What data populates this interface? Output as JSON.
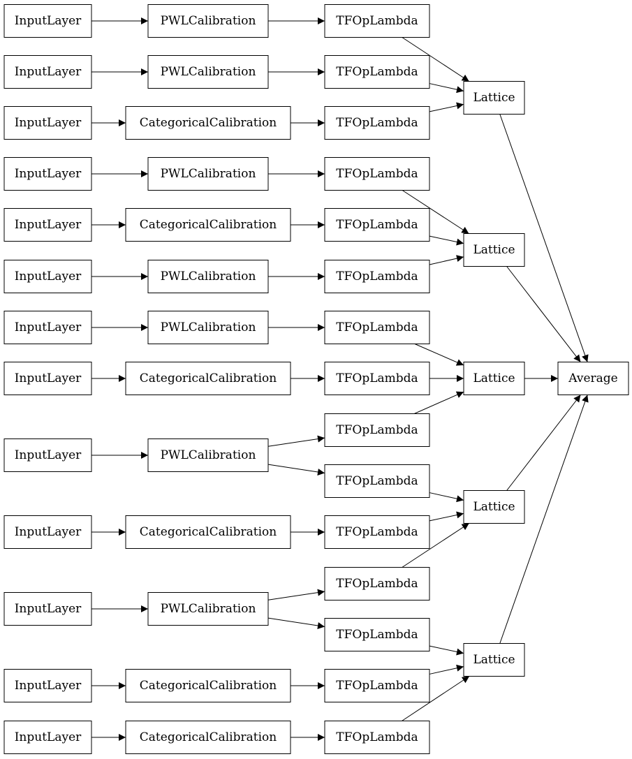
{
  "diagram": {
    "type": "layer-graph",
    "nodes": [
      {
        "id": "in1",
        "label": "InputLayer"
      },
      {
        "id": "in2",
        "label": "InputLayer"
      },
      {
        "id": "in3",
        "label": "InputLayer"
      },
      {
        "id": "in4",
        "label": "InputLayer"
      },
      {
        "id": "in5",
        "label": "InputLayer"
      },
      {
        "id": "in6",
        "label": "InputLayer"
      },
      {
        "id": "in7",
        "label": "InputLayer"
      },
      {
        "id": "in8",
        "label": "InputLayer"
      },
      {
        "id": "in9",
        "label": "InputLayer"
      },
      {
        "id": "in10",
        "label": "InputLayer"
      },
      {
        "id": "in11",
        "label": "InputLayer"
      },
      {
        "id": "in12",
        "label": "InputLayer"
      },
      {
        "id": "in13",
        "label": "InputLayer"
      },
      {
        "id": "cal1",
        "label": "PWLCalibration"
      },
      {
        "id": "cal2",
        "label": "PWLCalibration"
      },
      {
        "id": "cal3",
        "label": "CategoricalCalibration"
      },
      {
        "id": "cal4",
        "label": "PWLCalibration"
      },
      {
        "id": "cal5",
        "label": "CategoricalCalibration"
      },
      {
        "id": "cal6",
        "label": "PWLCalibration"
      },
      {
        "id": "cal7",
        "label": "PWLCalibration"
      },
      {
        "id": "cal8",
        "label": "CategoricalCalibration"
      },
      {
        "id": "cal9",
        "label": "PWLCalibration"
      },
      {
        "id": "cal10",
        "label": "CategoricalCalibration"
      },
      {
        "id": "cal11",
        "label": "PWLCalibration"
      },
      {
        "id": "cal12",
        "label": "CategoricalCalibration"
      },
      {
        "id": "cal13",
        "label": "CategoricalCalibration"
      },
      {
        "id": "tf1",
        "label": "TFOpLambda"
      },
      {
        "id": "tf2",
        "label": "TFOpLambda"
      },
      {
        "id": "tf3",
        "label": "TFOpLambda"
      },
      {
        "id": "tf4",
        "label": "TFOpLambda"
      },
      {
        "id": "tf5",
        "label": "TFOpLambda"
      },
      {
        "id": "tf6",
        "label": "TFOpLambda"
      },
      {
        "id": "tf7",
        "label": "TFOpLambda"
      },
      {
        "id": "tf8",
        "label": "TFOpLambda"
      },
      {
        "id": "tf9",
        "label": "TFOpLambda"
      },
      {
        "id": "tf10",
        "label": "TFOpLambda"
      },
      {
        "id": "tf11",
        "label": "TFOpLambda"
      },
      {
        "id": "tf12",
        "label": "TFOpLambda"
      },
      {
        "id": "tf13",
        "label": "TFOpLambda"
      },
      {
        "id": "tf14",
        "label": "TFOpLambda"
      },
      {
        "id": "tf15",
        "label": "TFOpLambda"
      },
      {
        "id": "lat1",
        "label": "Lattice"
      },
      {
        "id": "lat2",
        "label": "Lattice"
      },
      {
        "id": "lat3",
        "label": "Lattice"
      },
      {
        "id": "lat4",
        "label": "Lattice"
      },
      {
        "id": "lat5",
        "label": "Lattice"
      },
      {
        "id": "avg",
        "label": "Average"
      }
    ],
    "edges": [
      [
        "in1",
        "cal1"
      ],
      [
        "in2",
        "cal2"
      ],
      [
        "in3",
        "cal3"
      ],
      [
        "in4",
        "cal4"
      ],
      [
        "in5",
        "cal5"
      ],
      [
        "in6",
        "cal6"
      ],
      [
        "in7",
        "cal7"
      ],
      [
        "in8",
        "cal8"
      ],
      [
        "in9",
        "cal9"
      ],
      [
        "in10",
        "cal10"
      ],
      [
        "in11",
        "cal11"
      ],
      [
        "in12",
        "cal12"
      ],
      [
        "in13",
        "cal13"
      ],
      [
        "cal1",
        "tf1"
      ],
      [
        "cal2",
        "tf2"
      ],
      [
        "cal3",
        "tf3"
      ],
      [
        "cal4",
        "tf4"
      ],
      [
        "cal5",
        "tf5"
      ],
      [
        "cal6",
        "tf6"
      ],
      [
        "cal7",
        "tf7"
      ],
      [
        "cal8",
        "tf8"
      ],
      [
        "cal9",
        "tf9"
      ],
      [
        "cal9",
        "tf10"
      ],
      [
        "cal10",
        "tf11"
      ],
      [
        "cal11",
        "tf12"
      ],
      [
        "cal11",
        "tf13"
      ],
      [
        "cal12",
        "tf14"
      ],
      [
        "cal13",
        "tf15"
      ],
      [
        "tf1",
        "lat1"
      ],
      [
        "tf2",
        "lat1"
      ],
      [
        "tf3",
        "lat1"
      ],
      [
        "tf4",
        "lat2"
      ],
      [
        "tf5",
        "lat2"
      ],
      [
        "tf6",
        "lat2"
      ],
      [
        "tf7",
        "lat3"
      ],
      [
        "tf8",
        "lat3"
      ],
      [
        "tf9",
        "lat3"
      ],
      [
        "tf10",
        "lat4"
      ],
      [
        "tf11",
        "lat4"
      ],
      [
        "tf12",
        "lat4"
      ],
      [
        "tf13",
        "lat5"
      ],
      [
        "tf14",
        "lat5"
      ],
      [
        "tf15",
        "lat5"
      ],
      [
        "lat1",
        "avg"
      ],
      [
        "lat2",
        "avg"
      ],
      [
        "lat3",
        "avg"
      ],
      [
        "lat4",
        "avg"
      ],
      [
        "lat5",
        "avg"
      ]
    ]
  }
}
